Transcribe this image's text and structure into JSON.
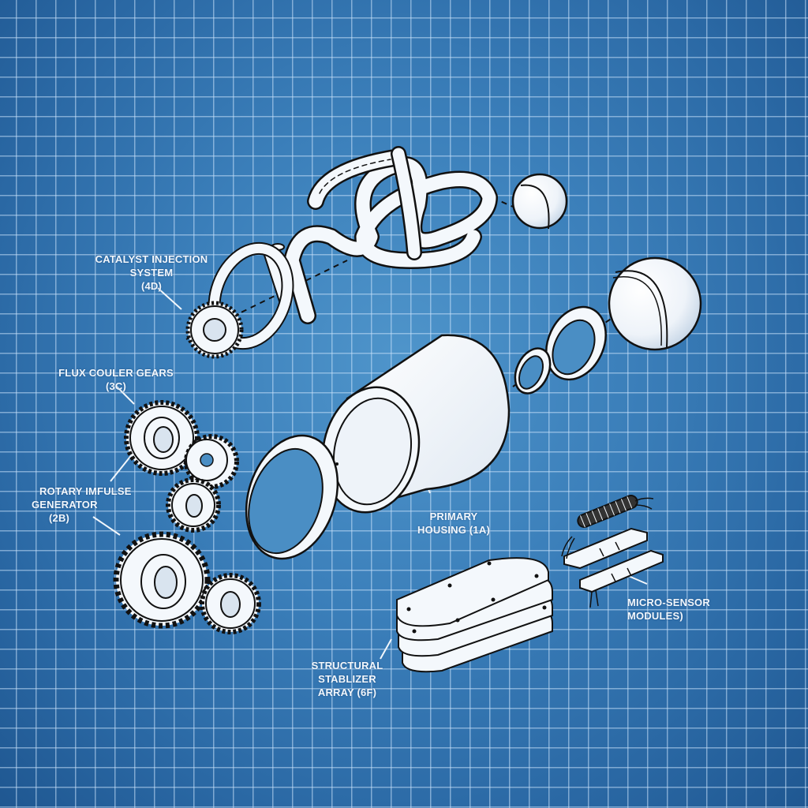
{
  "diagram": {
    "style": "blueprint exploded view",
    "colors": {
      "background_center": "#4f95cb",
      "background_edge": "#1f5791",
      "grid_line": "#c8e1fa",
      "part_fill": "#f4f8fc",
      "part_outline": "#111111",
      "label_text": "#f2f7fc"
    },
    "labels": [
      {
        "id": "4D",
        "line1": "CATALYST INJECTION SYSTEM",
        "line2": "(4D)"
      },
      {
        "id": "3C",
        "line1": "FLUX COULER GEARS",
        "line2": "(3C)"
      },
      {
        "id": "2B",
        "line1": "ROTARY IMFULSE",
        "line2": "GENERATOR",
        "line3": "(2B)"
      },
      {
        "id": "1A",
        "line1": "PRIMARY",
        "line2": "HOUSING (1A)"
      },
      {
        "id": "sensor",
        "line1": "MICRO-SENSOR",
        "line2": "MODULES)"
      },
      {
        "id": "6F",
        "line1": "STRUCTURAL STABLIZER",
        "line2": "ARRAY (6F)"
      }
    ],
    "parts": [
      "coiled-tube-assembly",
      "small-gear",
      "o-ring",
      "small-sphere",
      "large-sphere",
      "bearing-ring-small",
      "bearing-ring-medium",
      "primary-cylinder-housing",
      "housing-end-ring",
      "gear-cluster",
      "plate-stack",
      "sensor-bars",
      "coil-wire"
    ]
  }
}
